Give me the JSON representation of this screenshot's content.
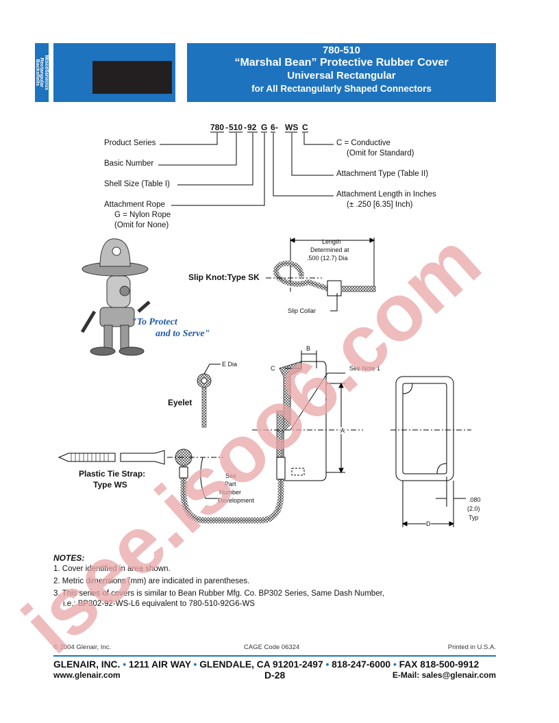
{
  "side_tab": {
    "lines": [
      "Miscellaneous",
      "Rectangular",
      "Backshells"
    ]
  },
  "title": {
    "line1": "780-510",
    "line2": "“Marshal Bean” Protective Rubber Cover",
    "line3": "Universal Rectangular",
    "line4": "for All Rectangularly Shaped Connectors"
  },
  "part_number": {
    "segments": [
      "780",
      "-",
      "510",
      "-",
      "92",
      " ",
      "G",
      " ",
      "6",
      " - ",
      "WS",
      " ",
      "C"
    ],
    "labels_left": {
      "product_series": "Product Series",
      "basic_number": "Basic Number",
      "shell_size": "Shell Size (Table I)",
      "attachment_rope": "Attachment Rope",
      "nylon": "G = Nylon Rope",
      "omit_none": "(Omit for None)"
    },
    "labels_right": {
      "conductive": "C = Conductive",
      "omit_standard": "(Omit for Standard)",
      "attachment_type": "Attachment Type (Table II)",
      "attachment_length": "Attachment Length in Inches",
      "tolerance": "(± .250 [6.35] Inch)"
    }
  },
  "diagram": {
    "length_label": "Length",
    "determined_at": "Determined at",
    "dia_label": ".500 (12.7) Dia",
    "slip_knot": "Slip Knot:Type SK",
    "slip_collar": "Slip Collar",
    "e_dia": "E Dia",
    "eyelet": "Eyelet",
    "b": "B",
    "c": "C",
    "a": "A",
    "d": "D",
    "see_note_1": "See Note 1",
    "plastic_tie_1": "Plastic Tie Strap:",
    "plastic_tie_2": "Type WS",
    "see_part_1": "See",
    "see_part_2": "Part",
    "see_part_3": "Number",
    "see_part_4": "Development",
    "dim_080": ".080",
    "dim_20": "(2.0)",
    "typ": "Typ"
  },
  "mascot": {
    "caption_line1": "\"To Protect",
    "caption_line2": "and to Serve\""
  },
  "notes": {
    "heading": "NOTES:",
    "items": [
      "1.  Cover identified in area shown.",
      "2.  Metric dimensions (mm) are indicated in parentheses.",
      "3.  This series of covers is similar to Bean Rubber Mfg. Co. BP302 Series, Same Dash Number,"
    ],
    "item3_cont": "i.e.: BP302-92-WS-L6 equivalent to 780-510-92G6-WS"
  },
  "footer": {
    "copyright": "© 2004 Glenair, Inc.",
    "cage": "CAGE Code 06324",
    "printed": "Printed in U.S.A.",
    "company_parts": [
      "GLENAIR, INC.",
      "1211 AIR WAY",
      "GLENDALE, CA 91201-2497",
      "818-247-6000",
      "FAX 818-500-9912"
    ],
    "separator": "•",
    "website": "www.glenair.com",
    "page": "D-28",
    "email": "E-Mail: sales@glenair.com"
  },
  "watermark_text": "isee.isoo6.com",
  "colors": {
    "brand_blue": "#1e73be",
    "watermark": "#e8a6a6"
  }
}
